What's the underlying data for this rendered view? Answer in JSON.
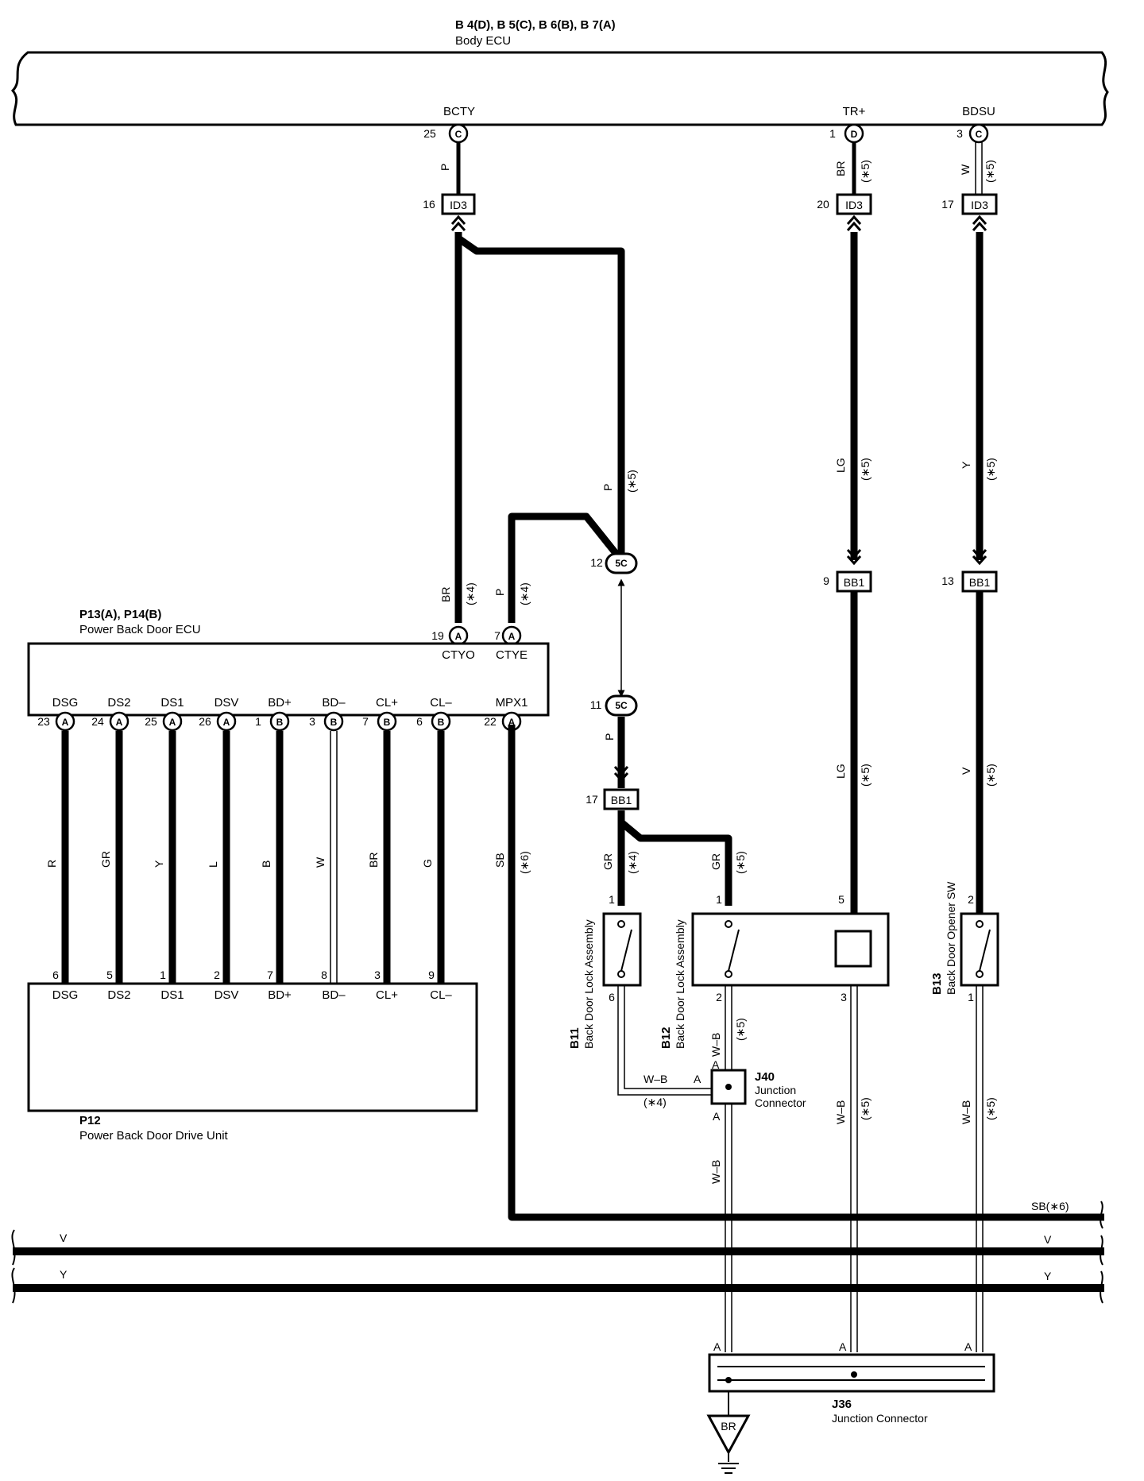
{
  "body_ecu": {
    "connectors": "B 4(D), B 5(C), B 6(B), B 7(A)",
    "name": "Body ECU",
    "pins": [
      {
        "label": "BCTY",
        "num": "25",
        "conn": "C"
      },
      {
        "label": "TR+",
        "num": "1",
        "conn": "D"
      },
      {
        "label": "BDSU",
        "num": "3",
        "conn": "C"
      }
    ]
  },
  "power_back_door_ecu": {
    "connectors": "P13(A), P14(B)",
    "name": "Power Back Door ECU",
    "top_pins": [
      {
        "label": "CTYO",
        "num": "19",
        "conn": "A"
      },
      {
        "label": "CTYE",
        "num": "7",
        "conn": "A"
      }
    ],
    "bottom_pins": [
      {
        "label": "DSG",
        "num": "23",
        "conn": "A"
      },
      {
        "label": "DS2",
        "num": "24",
        "conn": "A"
      },
      {
        "label": "DS1",
        "num": "25",
        "conn": "A"
      },
      {
        "label": "DSV",
        "num": "26",
        "conn": "A"
      },
      {
        "label": "BD+",
        "num": "1",
        "conn": "B"
      },
      {
        "label": "BD–",
        "num": "3",
        "conn": "B"
      },
      {
        "label": "CL+",
        "num": "7",
        "conn": "B"
      },
      {
        "label": "CL–",
        "num": "6",
        "conn": "B"
      },
      {
        "label": "MPX1",
        "num": "22",
        "conn": "A"
      }
    ]
  },
  "drive_unit": {
    "code": "P12",
    "name": "Power Back Door Drive Unit",
    "pins": [
      {
        "label": "DSG",
        "num": "6",
        "color": "R"
      },
      {
        "label": "DS2",
        "num": "5",
        "color": "GR"
      },
      {
        "label": "DS1",
        "num": "1",
        "color": "Y"
      },
      {
        "label": "DSV",
        "num": "2",
        "color": "L"
      },
      {
        "label": "BD+",
        "num": "7",
        "color": "B"
      },
      {
        "label": "BD–",
        "num": "8",
        "color": "W"
      },
      {
        "label": "CL+",
        "num": "3",
        "color": "BR"
      },
      {
        "label": "CL–",
        "num": "9",
        "color": "G"
      }
    ]
  },
  "junctions": {
    "id3_a": {
      "num": "16",
      "name": "ID3"
    },
    "id3_b": {
      "num": "20",
      "name": "ID3"
    },
    "id3_c": {
      "num": "17",
      "name": "ID3"
    },
    "c5c_a": {
      "num": "12",
      "name": "5C"
    },
    "c5c_b": {
      "num": "11",
      "name": "5C"
    },
    "bb1_a": {
      "num": "9",
      "name": "BB1"
    },
    "bb1_b": {
      "num": "13",
      "name": "BB1"
    },
    "bb1_c": {
      "num": "17",
      "name": "BB1"
    }
  },
  "wire_labels": {
    "p": "P",
    "br": "BR",
    "w": "W",
    "lg": "LG",
    "y": "Y",
    "v": "V",
    "gr": "GR",
    "sb": "SB",
    "wb": "W–B",
    "n4": "(∗4)",
    "n5": "(∗5)",
    "n6": "(∗6)",
    "sb6": "SB(∗6)"
  },
  "components": {
    "b11": {
      "code": "B11",
      "name": "Back Door Lock Assembly",
      "pin_top": "1",
      "pin_bottom": "6"
    },
    "b12": {
      "code": "B12",
      "name": "Back Door Lock Assembly",
      "pin_top": "1",
      "pin_bottom": "2",
      "pin_top2": "5",
      "pin_bottom2": "3"
    },
    "b13": {
      "code": "B13",
      "name": "Back Door Opener SW",
      "pin_top": "2",
      "pin_bottom": "1"
    },
    "j40": {
      "code": "J40",
      "line1": "Junction",
      "line2": "Connector",
      "pin": "A"
    },
    "j36": {
      "code": "J36",
      "name": "Junction Connector",
      "pin": "A"
    },
    "ground": {
      "label": "BR"
    }
  },
  "bus_lines": [
    "V",
    "Y"
  ]
}
